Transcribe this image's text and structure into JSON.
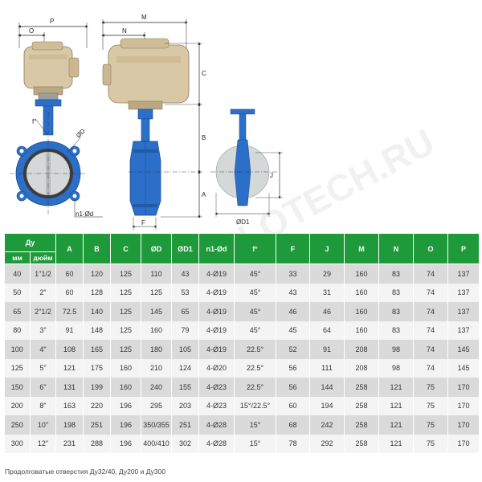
{
  "drawing": {
    "labels": {
      "P": "P",
      "O": "O",
      "M": "M",
      "N": "N",
      "C": "C",
      "B": "B",
      "A": "A",
      "J": "J",
      "F": "F",
      "f_deg": "f°",
      "D": "ØD",
      "D1": "ØD1",
      "holes": "n1-Ød"
    },
    "colors": {
      "body": "#2b6fc9",
      "actuator": "#d9c8a5",
      "disc": "#d5d8d8"
    }
  },
  "watermark": "TEPLOTECH.RU",
  "table": {
    "header": {
      "dn": "Ду",
      "mm": "мм",
      "inch": "дюйм",
      "cols": [
        "A",
        "B",
        "C",
        "ØD",
        "ØD1",
        "n1-Ød",
        "f°",
        "F",
        "J",
        "M",
        "N",
        "O",
        "P"
      ]
    },
    "rows": [
      [
        "40",
        "1\"1/2",
        "60",
        "120",
        "125",
        "110",
        "43",
        "4-Ø19",
        "45°",
        "33",
        "29",
        "160",
        "83",
        "74",
        "137"
      ],
      [
        "50",
        "2\"",
        "60",
        "128",
        "125",
        "125",
        "53",
        "4-Ø19",
        "45°",
        "43",
        "31",
        "160",
        "83",
        "74",
        "137"
      ],
      [
        "65",
        "2\"1/2",
        "72.5",
        "140",
        "125",
        "145",
        "65",
        "4-Ø19",
        "45°",
        "46",
        "46",
        "160",
        "83",
        "74",
        "137"
      ],
      [
        "80",
        "3\"",
        "91",
        "148",
        "125",
        "160",
        "79",
        "4-Ø19",
        "45°",
        "45",
        "64",
        "160",
        "83",
        "74",
        "137"
      ],
      [
        "100",
        "4\"",
        "108",
        "165",
        "125",
        "180",
        "105",
        "4-Ø19",
        "22.5°",
        "52",
        "91",
        "208",
        "98",
        "74",
        "145"
      ],
      [
        "125",
        "5\"",
        "121",
        "175",
        "160",
        "210",
        "124",
        "4-Ø20",
        "22.5°",
        "56",
        "111",
        "208",
        "98",
        "74",
        "145"
      ],
      [
        "150",
        "6\"",
        "131",
        "199",
        "160",
        "240",
        "155",
        "4-Ø23",
        "22.5°",
        "56",
        "144",
        "258",
        "121",
        "75",
        "170"
      ],
      [
        "200",
        "8\"",
        "163",
        "220",
        "196",
        "295",
        "203",
        "4-Ø23",
        "15°/22.5°",
        "60",
        "194",
        "258",
        "121",
        "75",
        "170"
      ],
      [
        "250",
        "10\"",
        "198",
        "251",
        "196",
        "350/355",
        "251",
        "4-Ø28",
        "15°",
        "68",
        "242",
        "258",
        "121",
        "75",
        "170"
      ],
      [
        "300",
        "12\"",
        "231",
        "288",
        "196",
        "400/410",
        "302",
        "4-Ø28",
        "15°",
        "78",
        "292",
        "258",
        "121",
        "75",
        "170"
      ]
    ]
  },
  "footnote": "Продолговатые отверстия Ду32/40, Ду200 и Ду300"
}
